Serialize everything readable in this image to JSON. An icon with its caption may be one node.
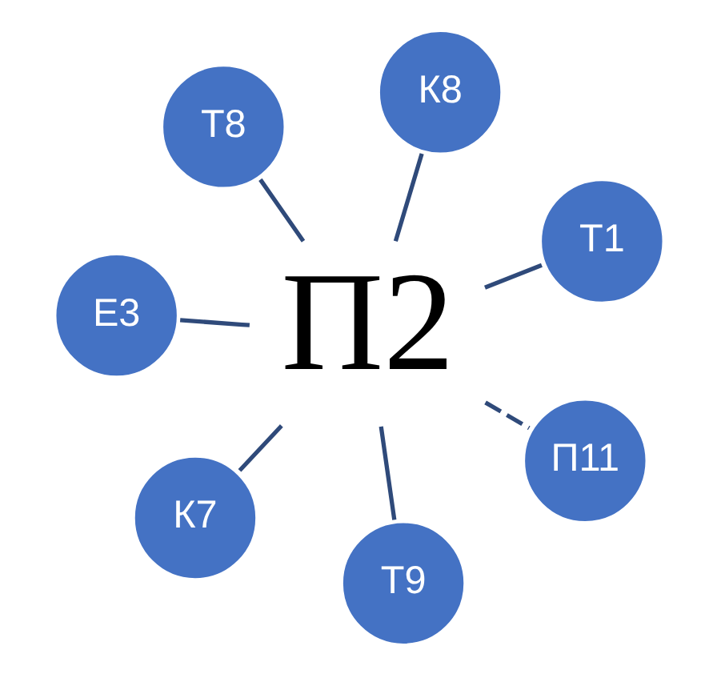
{
  "diagram": {
    "nodes": [
      {
        "text": [
          "Т8"
        ]
      },
      {
        "text": [
          "Т1"
        ]
      },
      {
        "text": [
          "Т9"
        ]
      },
      {
        "text": [
          "П2"
        ]
      },
      {
        "text": [
          "К8"
        ]
      },
      {
        "text": [
          "Е3"
        ]
      },
      {
        "text": [
          "К7"
        ]
      },
      {
        "text": [
          "П11"
        ]
      }
    ],
    "edges": [
      {
        "from": 3,
        "to": 0,
        "arrow": "none"
      },
      {
        "from": 3,
        "to": 1,
        "arrow": "none"
      },
      {
        "from": 3,
        "to": 2,
        "arrow": "none"
      },
      {
        "from": 3,
        "to": 4,
        "arrow": "none"
      },
      {
        "from": 3,
        "to": 5,
        "arrow": "none"
      },
      {
        "from": 3,
        "to": 6,
        "arrow": "none"
      },
      {
        "from": 3,
        "to": 7,
        "arrow": "none",
        "style": "dashed"
      }
    ]
  }
}
